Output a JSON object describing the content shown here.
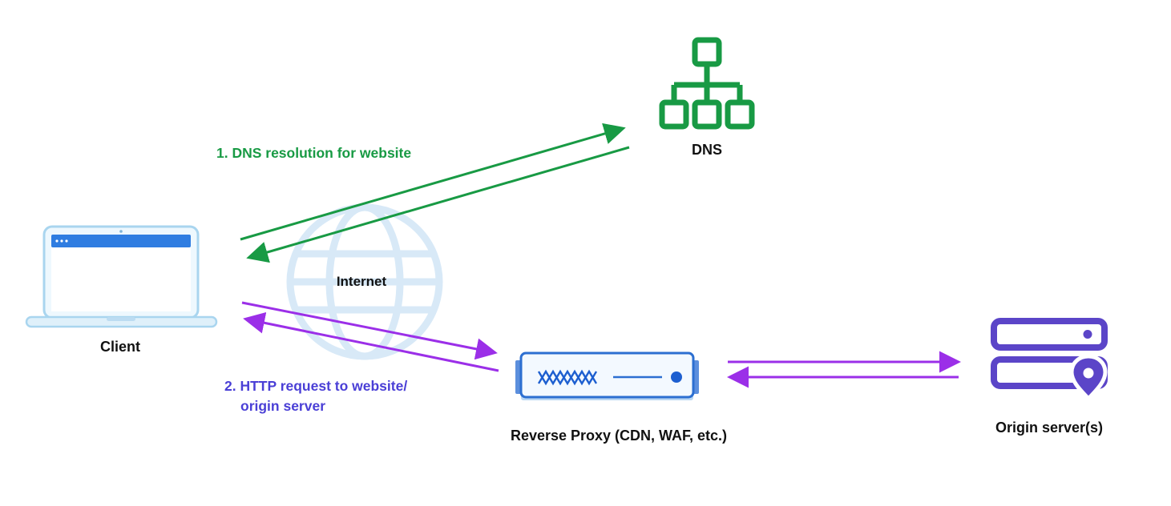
{
  "diagram": {
    "nodes": {
      "client": {
        "label": "Client"
      },
      "internet": {
        "label": "Internet"
      },
      "dns": {
        "label": "DNS"
      },
      "reverse_proxy": {
        "label": "Reverse Proxy (CDN, WAF, etc.)"
      },
      "origin": {
        "label": "Origin server(s)"
      }
    },
    "annotations": {
      "step1": {
        "label": "1. DNS resolution for website"
      },
      "step2": {
        "line1": "2. HTTP request to website/",
        "line2": "origin server"
      }
    },
    "colors": {
      "dns_green": "#189a44",
      "arrow_purple": "#9b2fe8",
      "step2_text_purple": "#4a3fd6",
      "origin_purple": "#5b45c8",
      "proxy_blue": "#2c6fd1",
      "laptop_light_blue": "#cfe9f9",
      "laptop_titlebar_blue": "#2f7de1",
      "globe_light_blue": "#d8e9f7",
      "label_dark": "#111111"
    }
  }
}
